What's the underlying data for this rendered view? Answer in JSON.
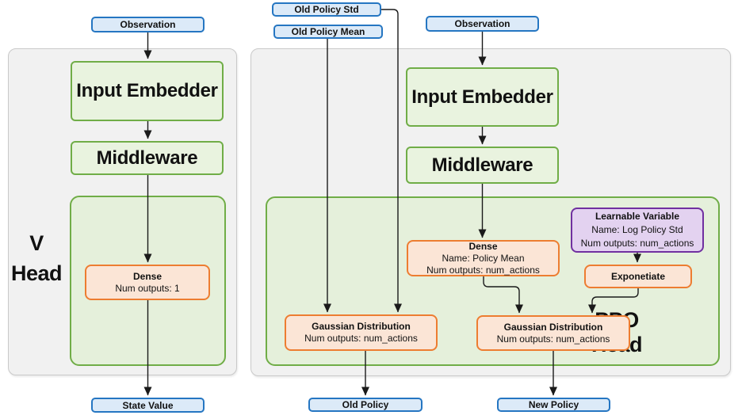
{
  "colors": {
    "blue_border": "#2576C2",
    "blue_fill": "#DCEAF8",
    "green_border": "#70AD47",
    "green_fill": "#E9F3DF",
    "panel_green_fill": "#E5F0DB",
    "orange_border": "#ED7D31",
    "orange_fill": "#FBE5D6",
    "purple_border": "#7030A0",
    "purple_fill": "#E3D2F0",
    "gray_fill": "#F1F1F1",
    "gray_border": "#C9C9C9",
    "wire": "#1a1a1a"
  },
  "io": {
    "observation_left": "Observation",
    "old_policy_std": "Old Policy Std",
    "old_policy_mean": "Old Policy Mean",
    "observation_right": "Observation",
    "state_value": "State Value",
    "old_policy": "Old Policy",
    "new_policy": "New Policy"
  },
  "v_head": {
    "title_line1": "V",
    "title_line2": "Head",
    "input_embedder": "Input Embedder",
    "middleware": "Middleware",
    "dense": {
      "title": "Dense",
      "outputs": "Num outputs: 1"
    }
  },
  "ppo_head": {
    "title_line1": "PPO",
    "title_line2": "Head",
    "input_embedder": "Input Embedder",
    "middleware": "Middleware",
    "dense": {
      "title": "Dense",
      "name": "Name: Policy Mean",
      "outputs": "Num outputs: num_actions"
    },
    "learnable_variable": {
      "title": "Learnable Variable",
      "name": "Name: Log Policy Std",
      "outputs": "Num outputs: num_actions"
    },
    "exponetiate": "Exponetiate",
    "gaussian_old": {
      "title": "Gaussian Distribution",
      "outputs": "Num outputs: num_actions"
    },
    "gaussian_new": {
      "title": "Gaussian Distribution",
      "outputs": "Num outputs: num_actions"
    }
  }
}
